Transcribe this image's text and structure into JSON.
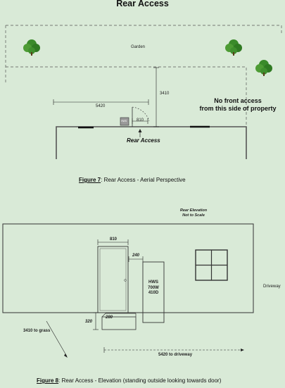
{
  "title": "Rear Access",
  "aerial": {
    "garden_label": "Garden",
    "dim_5420": "5420",
    "dim_3410": "3410",
    "dim_810": "810",
    "hws_label": "HWS",
    "rear_access_label": "Rear Access",
    "note_line1": "No front access",
    "note_line2": "from this side of property",
    "caption_figure": "Figure 7",
    "caption_text": ": Rear Access - Aerial Perspective"
  },
  "elevation": {
    "note_line1": "Rear Elevation",
    "note_line2": "Not to Scale",
    "dim_810": "810",
    "dim_240": "240",
    "hws_line1": "HWS",
    "hws_line2": "700W",
    "hws_line3": "410D",
    "driveway_label": "Driveway",
    "dim_320": "320",
    "dim_280": "280",
    "to_grass_label": "3410 to grass",
    "to_driveway_label": "5420 to driveway",
    "caption_figure": "Figure 8",
    "caption_text": ": Rear Access - Elevation (standing outside looking towards door)"
  },
  "colors": {
    "background": "#d9ead7",
    "tree": "#3a8a2a",
    "wall": "#555555"
  }
}
